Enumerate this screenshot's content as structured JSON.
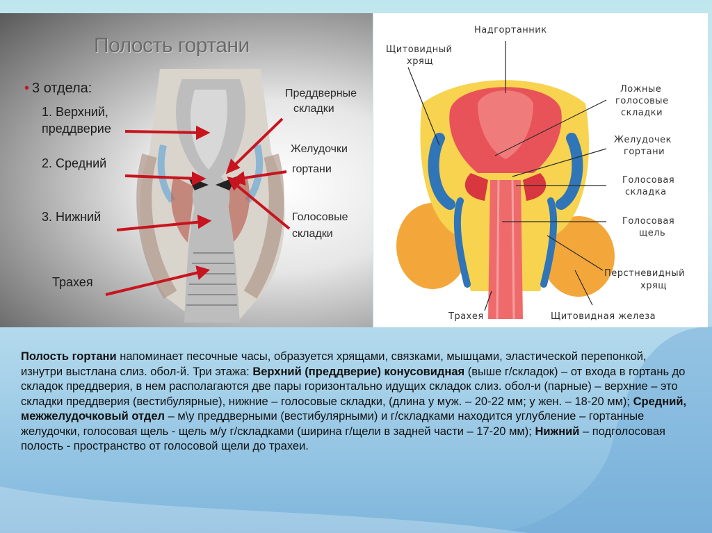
{
  "left_panel": {
    "title": "Полость гортани",
    "bullet": "3 отдела:",
    "sections": [
      "1. Верхний,",
      "преддверие",
      "2. Средний",
      "3. Нижний",
      "Трахея"
    ],
    "labels": [
      "Преддверные",
      "складки",
      "Желудочки",
      "гортани",
      "Голосовые",
      "складки"
    ]
  },
  "right_panel": {
    "labels": {
      "epiglottis": "Надгортанник",
      "thyroid_1": "Щитовидный",
      "thyroid_2": "хрящ",
      "false_1": "Ложные",
      "false_2": "голосовые",
      "false_3": "складки",
      "ventricle_1": "Желудочек",
      "ventricle_2": "гортани",
      "vocal_fold_1": "Голосовая",
      "vocal_fold_2": "складка",
      "glottis_1": "Голосовая",
      "glottis_2": "щель",
      "cricoid_1": "Перстневидный",
      "cricoid_2": "хрящ",
      "trachea": "Трахея",
      "thyroid_gland": "Щитовидная железа"
    }
  },
  "text": {
    "p1_bold": "Полость гортани",
    "p1": " напоминает песочные часы, образуется хрящами, связками, мышцами, эластической перепонкой, изнутри выстлана слиз. обол-й. Три этажа: ",
    "p2_bold": "Верхний (преддверие) конусовидная",
    "p2": " (выше г/складок) – от входа в гортань до складок преддверия, в нем располагаются две пары горизонтально идущих складок слиз. обол-и (парные) – верхние – это складки преддверия (вестибулярные), нижние – голосовые складки, (длина у муж. – 20-22 мм; у жен. – 18-20 мм); ",
    "p3_bold": "Средний, межжелудочковый отдел",
    "p3": " – м\\у преддверными (вестибулярными) и г/складками находится углубление – гортанные желудочки, голосовая щель - щель м/у г/складками (ширина г/щели в задней части – 17-20 мм); ",
    "p4_bold": "Нижний",
    "p4": " – подголосовая полость - пространство от голосовой щели до трахеи."
  }
}
